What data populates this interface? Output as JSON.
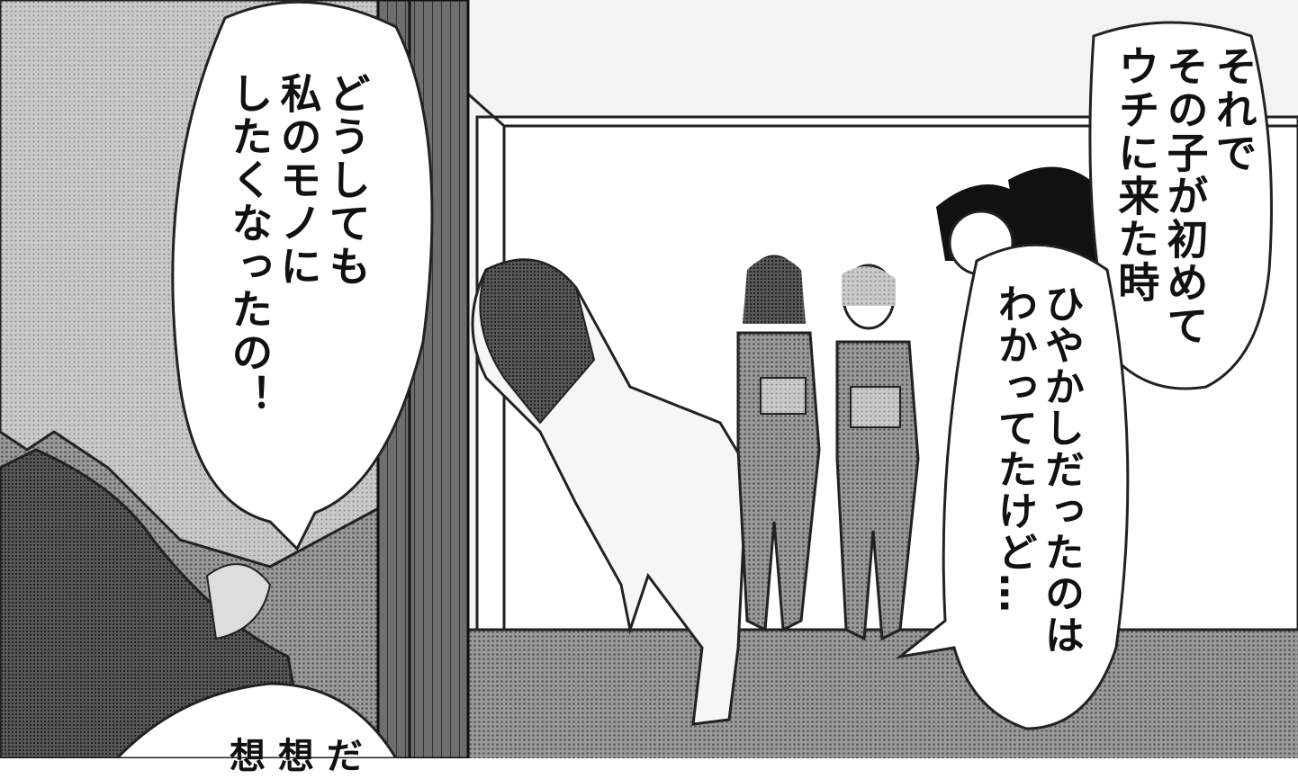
{
  "panel": {
    "bubble_left": "どうしても\n私のモノに\nしたくなったの！",
    "bubble_top": "それで\nその子が初めて\nウチに来た時",
    "bubble_mid": "ひやかしだったのは\nわかってたけど…",
    "bubble_bottom_partial": "想 想 だ"
  }
}
